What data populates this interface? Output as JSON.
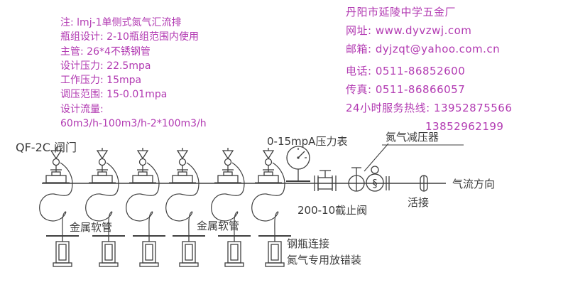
{
  "colors": {
    "note_text": "#b23ab2",
    "contact_text": "#b23ab2",
    "diagram_line": "#3f3f3f",
    "diagram_text": "#3a3a3a",
    "background": "#ffffff"
  },
  "notes": {
    "lines": [
      "注: lmj-1单侧式氮气汇流排",
      "瓶组设计: 2-10瓶组范围内使用",
      "主管: 26*4不锈钢管",
      "设计压力: 22.5mpa",
      "工作压力: 15mpa",
      "调压范围: 15-0.01mpa",
      "设计流量:",
      "60m3/h-100m3/h-2*100m3/h"
    ]
  },
  "contact": {
    "lines": [
      "丹阳市延陵中学五金厂",
      "网址: www.dyvzwj.com",
      "邮箱: dyjzqt@yahoo.com.cn",
      "电话: 0511-86852600",
      "传真: 0511-86866057",
      "24小时服务热线: 13952875566",
      "13852962199"
    ]
  },
  "diagram": {
    "labels": {
      "valve_type": "QF-2C 阀门",
      "pressure_gauge": "0-15mpA压力表",
      "reducer": "氮气减压器",
      "flow_direction": "气流方向",
      "union": "活接",
      "stop_valve": "200-10截止阀",
      "metal_hose_left": "金属软管",
      "metal_hose_right": "金属软管",
      "cylinder_connection": "钢瓶连接",
      "anti_error_device": "氮气专用放错装",
      "spring_glyph": "§"
    }
  }
}
